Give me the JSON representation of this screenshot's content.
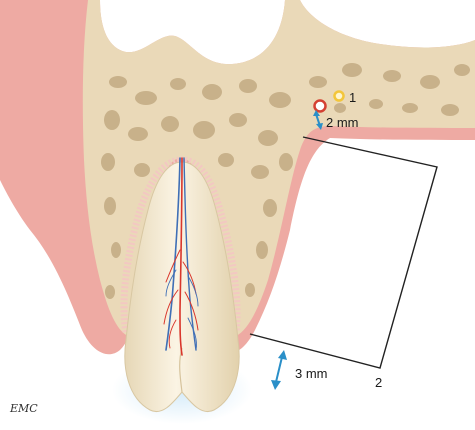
{
  "labels": {
    "point_1": "1",
    "dist_top": "2 mm",
    "dist_bottom": "3 mm",
    "point_2": "2"
  },
  "logo_text": "EMC",
  "colors": {
    "gingiva": "#eeaaa3",
    "gingiva_edge": "#e08f88",
    "bone": "#ead9b8",
    "bone_edge": "#d9c39a",
    "marrow": "#c8b18a",
    "tooth": "#f2e8d0",
    "tooth_shadow": "#e3d3b0",
    "pulp_artery": "#d9362b",
    "pulp_vein": "#3f6fb6",
    "arrow": "#2a8fc8",
    "foramen_outer": "#d44032",
    "foramen_inner": "#f3c63a",
    "line": "#222222"
  }
}
